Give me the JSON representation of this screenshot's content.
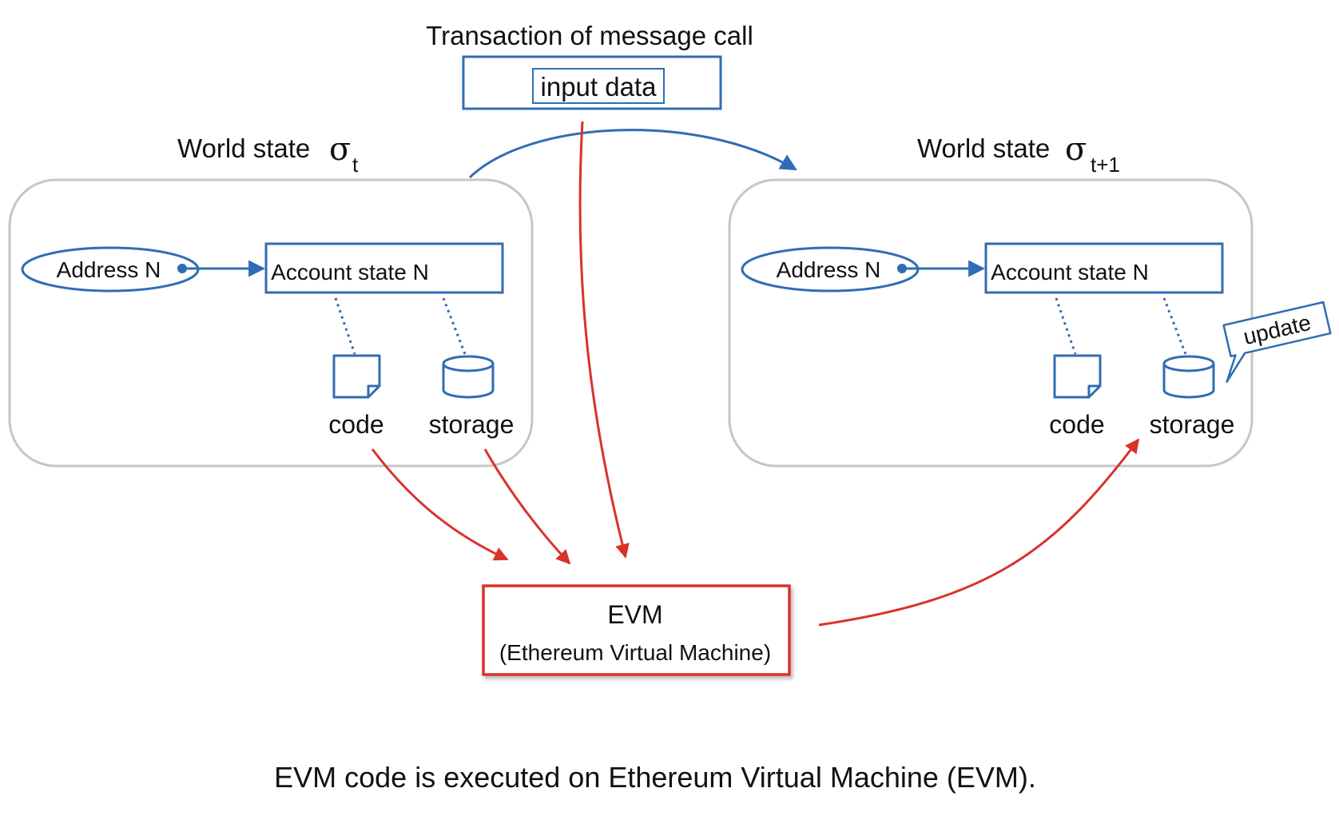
{
  "transaction": {
    "title": "Transaction of message call",
    "input_label": "input data"
  },
  "world_left": {
    "title": "World state",
    "sigma": "σ",
    "subscript": "t",
    "address_label": "Address N",
    "account_label": "Account state N",
    "code_label": "code",
    "storage_label": "storage"
  },
  "world_right": {
    "title": "World state",
    "sigma": "σ",
    "subscript": "t+1",
    "address_label": "Address N",
    "account_label": "Account state N",
    "code_label": "code",
    "storage_label": "storage",
    "update_label": "update"
  },
  "evm": {
    "title": "EVM",
    "subtitle": "(Ethereum Virtual Machine)"
  },
  "caption": "EVM code is executed on Ethereum Virtual Machine (EVM).",
  "colors": {
    "blue": "#2f6db5",
    "red": "#d9322b",
    "gray": "#c6c6c6",
    "text": "#111111"
  }
}
